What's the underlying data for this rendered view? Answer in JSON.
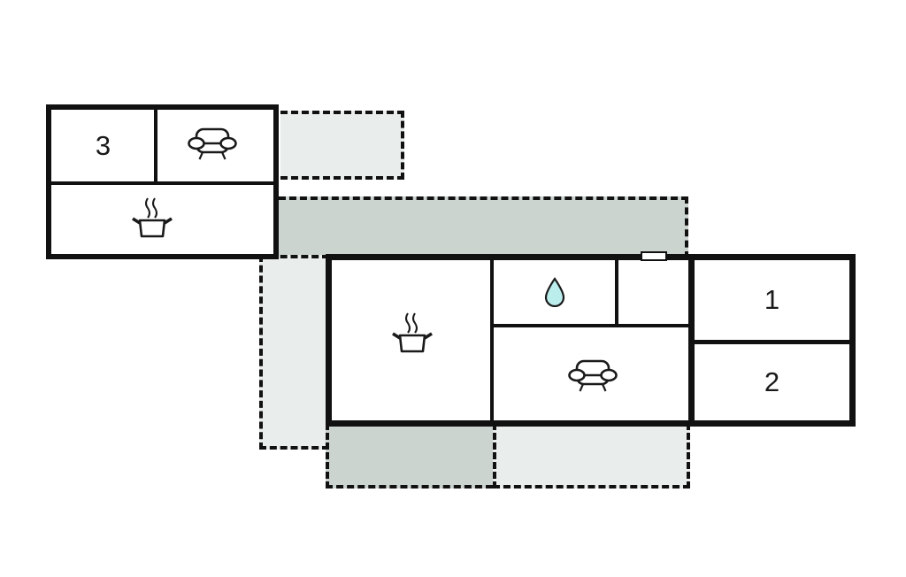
{
  "plan": {
    "type": "holiday-home-floor-plan",
    "colors": {
      "wall": "#111111",
      "paper": "#ffffff",
      "terrace_light": "#e9edeb",
      "terrace_dark": "#ccd4d0",
      "water_drop": "#bceded"
    },
    "annex": {
      "rooms": [
        {
          "name": "bedroom-3",
          "label": "3"
        },
        {
          "name": "lounge",
          "icon": "sofa-icon"
        },
        {
          "name": "kitchen",
          "icon": "cooking-pot-icon"
        }
      ]
    },
    "main_house": {
      "rooms": [
        {
          "name": "kitchen",
          "icon": "cooking-pot-icon"
        },
        {
          "name": "bathroom",
          "icon": "water-drop-icon"
        },
        {
          "name": "hall",
          "icon": ""
        },
        {
          "name": "living-room",
          "icon": "sofa-icon"
        },
        {
          "name": "bedroom-1",
          "label": "1"
        },
        {
          "name": "bedroom-2",
          "label": "2"
        }
      ],
      "features": [
        {
          "name": "window-marker"
        }
      ]
    },
    "terraces": [
      {
        "name": "terrace-top",
        "shade": "light"
      },
      {
        "name": "terrace-strip",
        "shade": "dark"
      },
      {
        "name": "terrace-left",
        "shade": "light"
      },
      {
        "name": "terrace-bottom-dark",
        "shade": "dark"
      },
      {
        "name": "terrace-bottom-light",
        "shade": "light"
      }
    ]
  }
}
